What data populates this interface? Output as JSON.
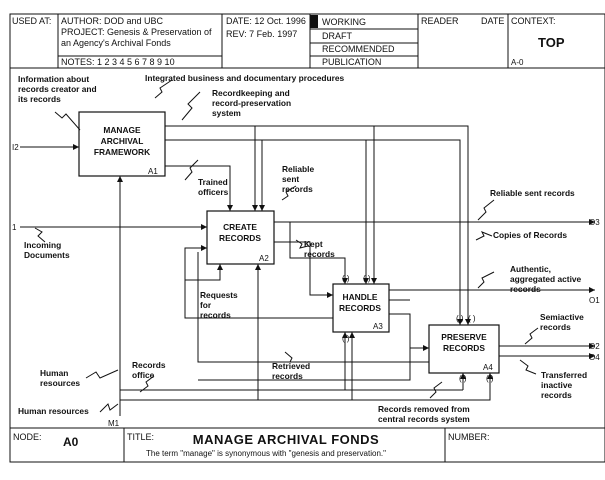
{
  "header": {
    "used_at": "USED AT:",
    "author": "AUTHOR:   DOD and UBC",
    "project": "PROJECT:  Genesis & Preservation of",
    "project2": "an Agency's Archival Fonds",
    "notes": "NOTES:  1 2 3 4 5 6 7 8 9 10",
    "date": "DATE: 12 Oct. 1996",
    "rev": "REV:   7 Feb. 1997",
    "status": [
      "WORKING",
      "DRAFT",
      "RECOMMENDED",
      "PUBLICATION"
    ],
    "reader": "READER",
    "reader_date": "DATE",
    "context": "CONTEXT:",
    "context_value": "TOP",
    "context_code": "A-0"
  },
  "boxes": [
    {
      "id": "A1",
      "lines": [
        "MANAGE",
        "ARCHIVAL",
        "FRAMEWORK"
      ]
    },
    {
      "id": "A2",
      "lines": [
        "CREATE",
        "RECORDS"
      ]
    },
    {
      "id": "A3",
      "lines": [
        "HANDLE",
        "RECORDS"
      ]
    },
    {
      "id": "A4",
      "lines": [
        "PRESERVE",
        "RECORDS"
      ]
    }
  ],
  "port_labels": {
    "i2": "I2",
    "i1": "1",
    "o3": "O3",
    "o1": "O1",
    "o2": "O2",
    "o4": "O4",
    "m1": "M1"
  },
  "labels": {
    "info_creator": [
      "Information about",
      "records creator and",
      "its records"
    ],
    "integrated": "Integrated business and documentary procedures",
    "recordkeeping": [
      "Recordkeeping and",
      "record-preservation",
      "system"
    ],
    "trained": [
      "Trained",
      "officers"
    ],
    "reliable_sent": [
      "Reliable",
      "sent",
      "records"
    ],
    "reliable_sent_out": "Reliable sent records",
    "incoming": [
      "Incoming",
      "Documents"
    ],
    "copies": "Copies of Records",
    "kept": [
      "Kept",
      "records"
    ],
    "requests": [
      "Requests",
      "for",
      "records"
    ],
    "authentic": [
      "Authentic,",
      "aggregated active",
      "records"
    ],
    "semiactive": [
      "Semiactive",
      "records"
    ],
    "transferred": [
      "Transferred",
      "inactive",
      "records"
    ],
    "human_resources_1": [
      "Human",
      "resources"
    ],
    "records_office": [
      "Records",
      "office"
    ],
    "retrieved": [
      "Retrieved",
      "records"
    ],
    "human_resources_2": "Human resources",
    "removed": [
      "Records removed from",
      "central records system"
    ]
  },
  "footer": {
    "node_label": "NODE:",
    "node_value": "A0",
    "title_label": "TITLE:",
    "title": "MANAGE  ARCHIVAL  FONDS",
    "subtitle": "The term \"manage\" is synonymous with \"genesis and preservation.\"",
    "number_label": "NUMBER:"
  }
}
